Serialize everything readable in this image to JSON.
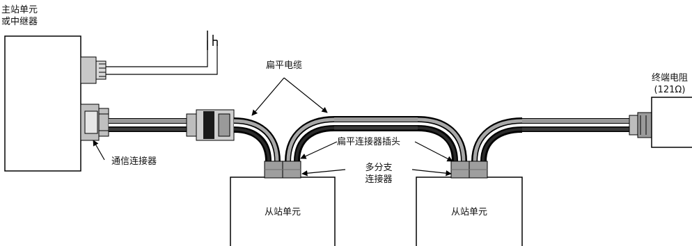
{
  "labels": {
    "master_line1": "主站单元",
    "master_line2": "或中继器",
    "flat_cable": "扁平电缆",
    "terminator_line1": "终端电阻",
    "terminator_line2": "(121Ω)",
    "comm_connector": "通信连接器",
    "flat_connector_plug": "扁平连接器插头",
    "multidrop_line1": "多分支",
    "multidrop_line2": "连接器",
    "slave_1": "从站单元",
    "slave_2": "从站单元"
  }
}
